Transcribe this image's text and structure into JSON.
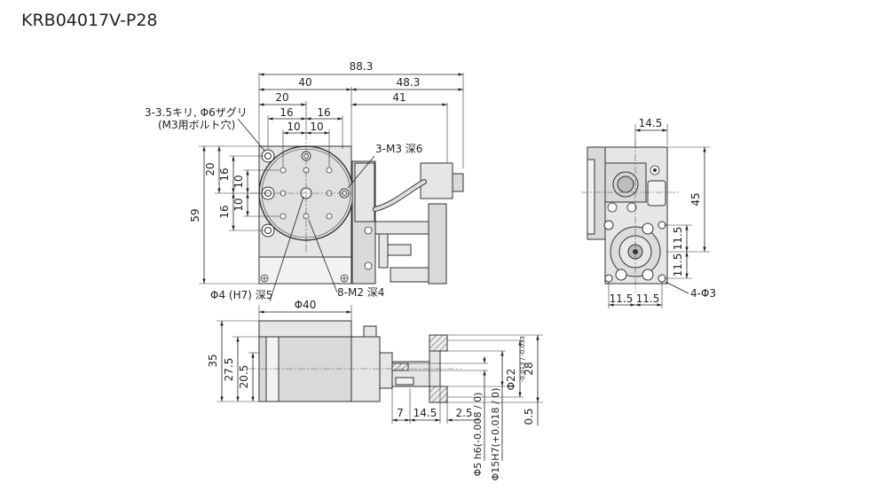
{
  "title": "KRB04017V-P28",
  "top_view": {
    "dims": {
      "overall_width": "88.3",
      "body_width": "40",
      "motor_offset": "48.3",
      "hole_pitch_20": "20",
      "motor_length": "41",
      "hole_pitch_16a": "16",
      "hole_pitch_16b": "16",
      "hole_pitch_10a": "10",
      "hole_pitch_10b": "10",
      "height_total": "59",
      "height_20": "20",
      "height_16a": "16",
      "height_10a": "10",
      "height_10b": "10",
      "height_16b": "16"
    },
    "notes": {
      "mount_holes_line1": "3-3.5キリ, Φ6ザグリ",
      "mount_holes_line2": "(M3用ボルト穴)",
      "tapped_holes": "3-M3 深6",
      "pin_hole": "Φ4 (H7) 深5",
      "table_holes": "8-M2 深4"
    }
  },
  "front_view": {
    "dims": {
      "table_dia": "Φ40",
      "height_35": "35",
      "height_27_5": "27.5",
      "height_20_5": "20.5",
      "len_7": "7",
      "len_14_5": "14.5",
      "len_2_5": "2.5",
      "len_0_5": "0.5",
      "dia_28": "28",
      "dia_22": "Φ22",
      "tol_22": "-0.013 / -0.033",
      "shaft": "Φ5 h6(-0.008 / 0)",
      "bore": "Φ15H7(+0.018 / 0)"
    }
  },
  "side_view": {
    "dims": {
      "width_14_5": "14.5",
      "height_45": "45",
      "height_11_5a": "11.5",
      "height_11_5b": "11.5",
      "pitch_11_5a": "11.5",
      "pitch_11_5b": "11.5",
      "holes": "4-Φ3"
    }
  }
}
